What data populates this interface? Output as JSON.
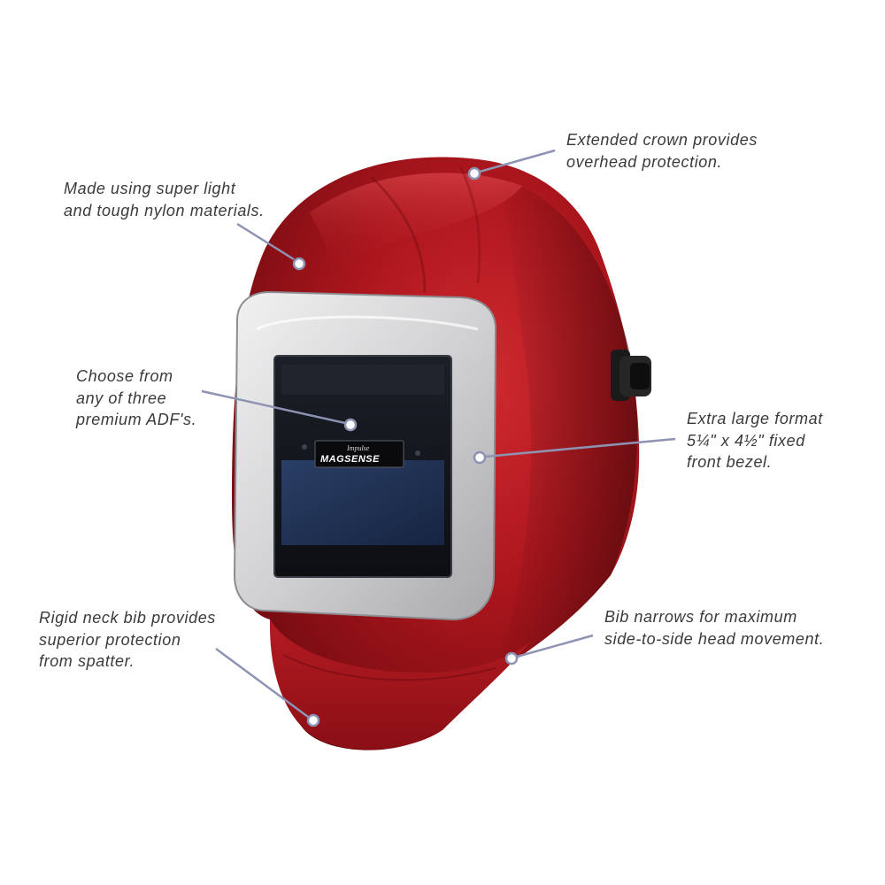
{
  "logo": {
    "brand_small": "Impulse",
    "brand_main": "MAGSENSE"
  },
  "callouts": {
    "crown": [
      "Extended crown provides",
      "overhead protection."
    ],
    "material": [
      "Made using super light",
      "and tough nylon materials."
    ],
    "adf": [
      "Choose from",
      "any of three",
      "premium ADF's."
    ],
    "bezel": [
      "Extra large format",
      "5¼\" x 4½\" fixed",
      "front bezel."
    ],
    "bib": [
      "Rigid neck bib provides",
      "superior protection",
      "from spatter."
    ],
    "narrow": [
      "Bib narrows for maximum",
      "side-to-side head movement."
    ]
  },
  "colors": {
    "helmet_red": "#a8141c",
    "helmet_dark": "#6e0a10",
    "bezel_silver": "#d4d4d6",
    "lens_dark": "#141820",
    "lens_blue": "#1f3050",
    "leader_line": "#8e93b4"
  }
}
